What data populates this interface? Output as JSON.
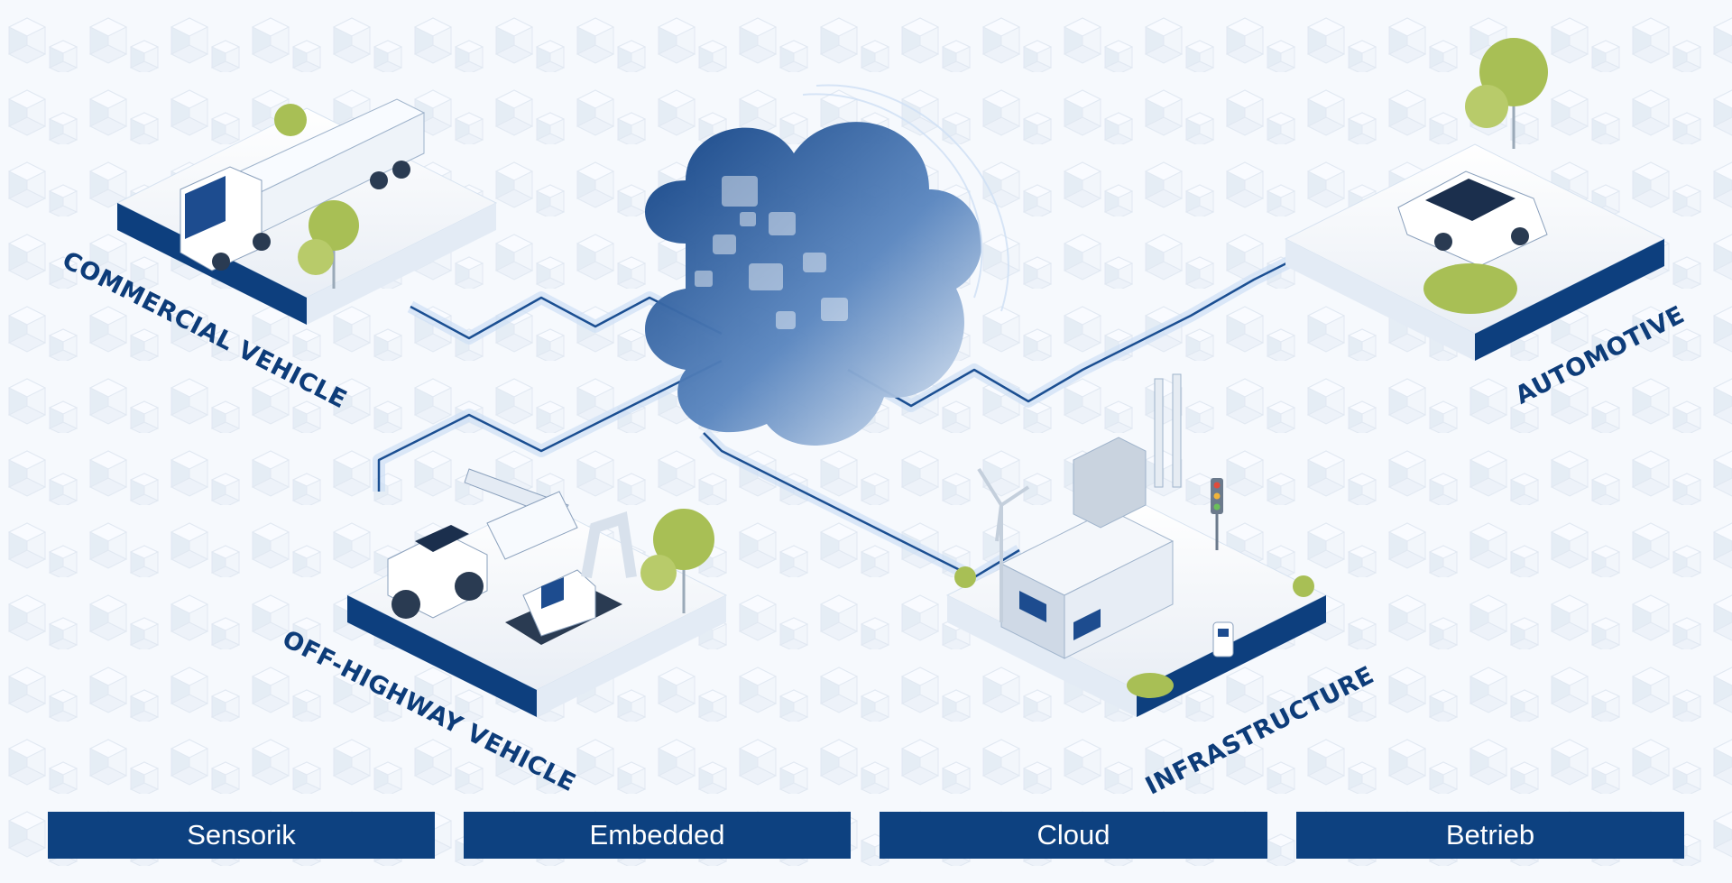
{
  "labels": {
    "commercial_vehicle": "COMMERCIAL VEHICLE",
    "off_highway_vehicle": "OFF-HIGHWAY VEHICLE",
    "infrastructure": "INFRASTRUCTURE",
    "automotive": "AUTOMOTIVE"
  },
  "stages": [
    "Sensorik",
    "Embedded",
    "Cloud",
    "Betrieb"
  ],
  "colors": {
    "primary_blue": "#0d4180",
    "label_blue": "#0d3c79",
    "tree_green": "#a8bf55",
    "background": "#f2f6fb"
  },
  "icons": [
    "cloud-icon",
    "truck-icon",
    "car-icon",
    "tractor-icon",
    "excavator-icon",
    "factory-icon",
    "wind-turbine-icon",
    "traffic-light-icon",
    "charging-station-icon"
  ]
}
